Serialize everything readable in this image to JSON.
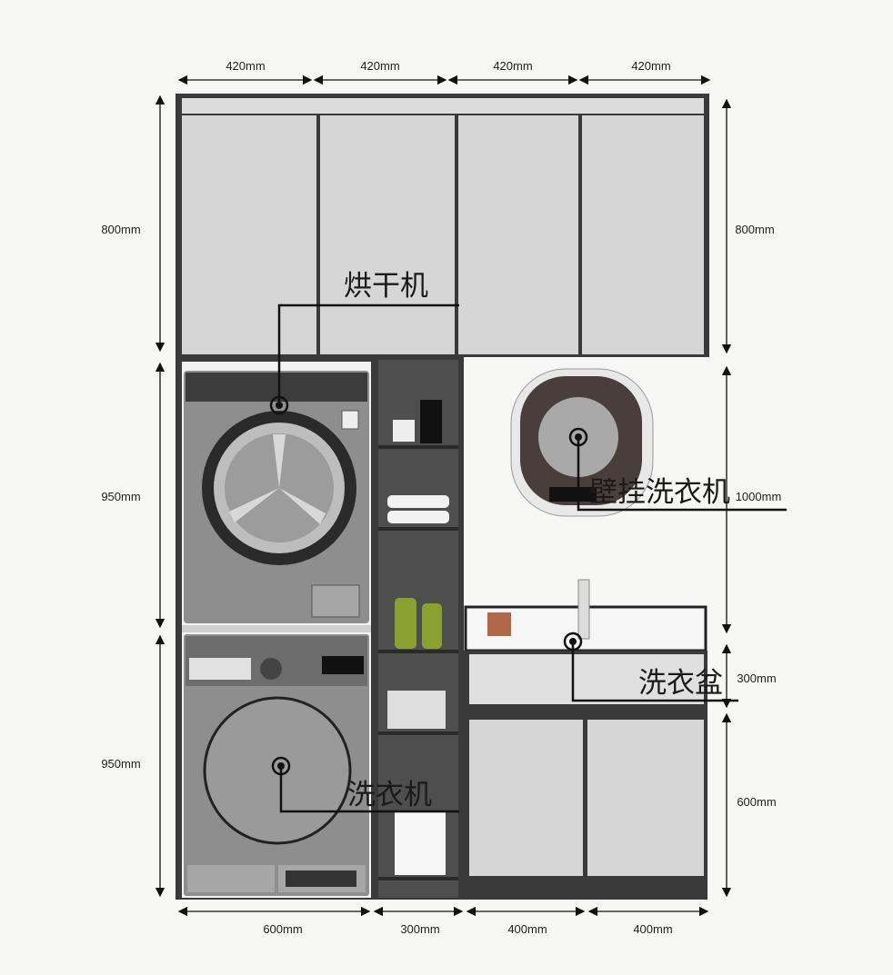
{
  "dimensions": {
    "top": [
      "420mm",
      "420mm",
      "420mm",
      "420mm"
    ],
    "left": [
      "800mm",
      "950mm",
      "950mm"
    ],
    "right": [
      "800mm",
      "1000mm",
      "300mm",
      "600mm"
    ],
    "bottom": [
      "600mm",
      "300mm",
      "400mm",
      "400mm"
    ]
  },
  "callouts": {
    "dryer": "烘干机",
    "wall_washer": "壁挂洗衣机",
    "laundry_sink": "洗衣盆",
    "washer": "洗衣机"
  },
  "colors": {
    "cabinet": "#d6d6d6",
    "frame": "#3a3a3a",
    "appliance": "#8e8e8e",
    "background": "#f7f7f5"
  }
}
